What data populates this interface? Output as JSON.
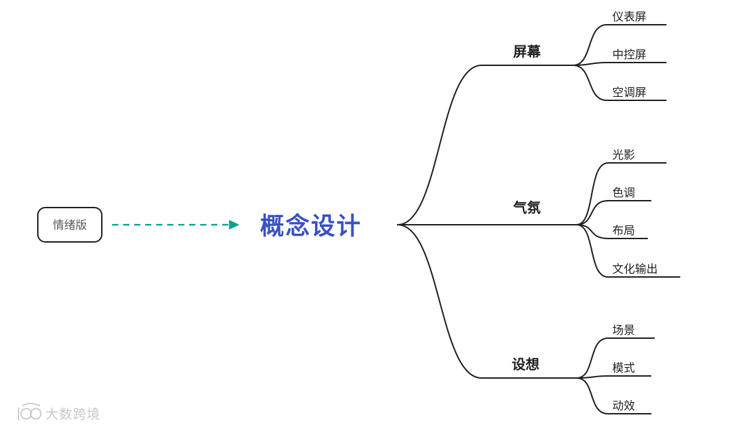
{
  "mindmap": {
    "source_node": {
      "label": "情绪版"
    },
    "root": {
      "label": "概念设计"
    },
    "branches": [
      {
        "label": "屏幕",
        "children": [
          {
            "label": "仪表屏"
          },
          {
            "label": "中控屏"
          },
          {
            "label": "空调屏"
          }
        ]
      },
      {
        "label": "气氛",
        "children": [
          {
            "label": "光影"
          },
          {
            "label": "色调"
          },
          {
            "label": "布局"
          },
          {
            "label": "文化输出"
          }
        ]
      },
      {
        "label": "设想",
        "children": [
          {
            "label": "场景"
          },
          {
            "label": "模式"
          },
          {
            "label": "动效"
          }
        ]
      }
    ],
    "colors": {
      "root_text": "#3a50c4",
      "arrow": "#00a38b",
      "line": "#1f1f1f",
      "source_text": "#595959",
      "watermark": "#c8c8c8"
    }
  },
  "watermark": {
    "label": "大数跨境"
  }
}
